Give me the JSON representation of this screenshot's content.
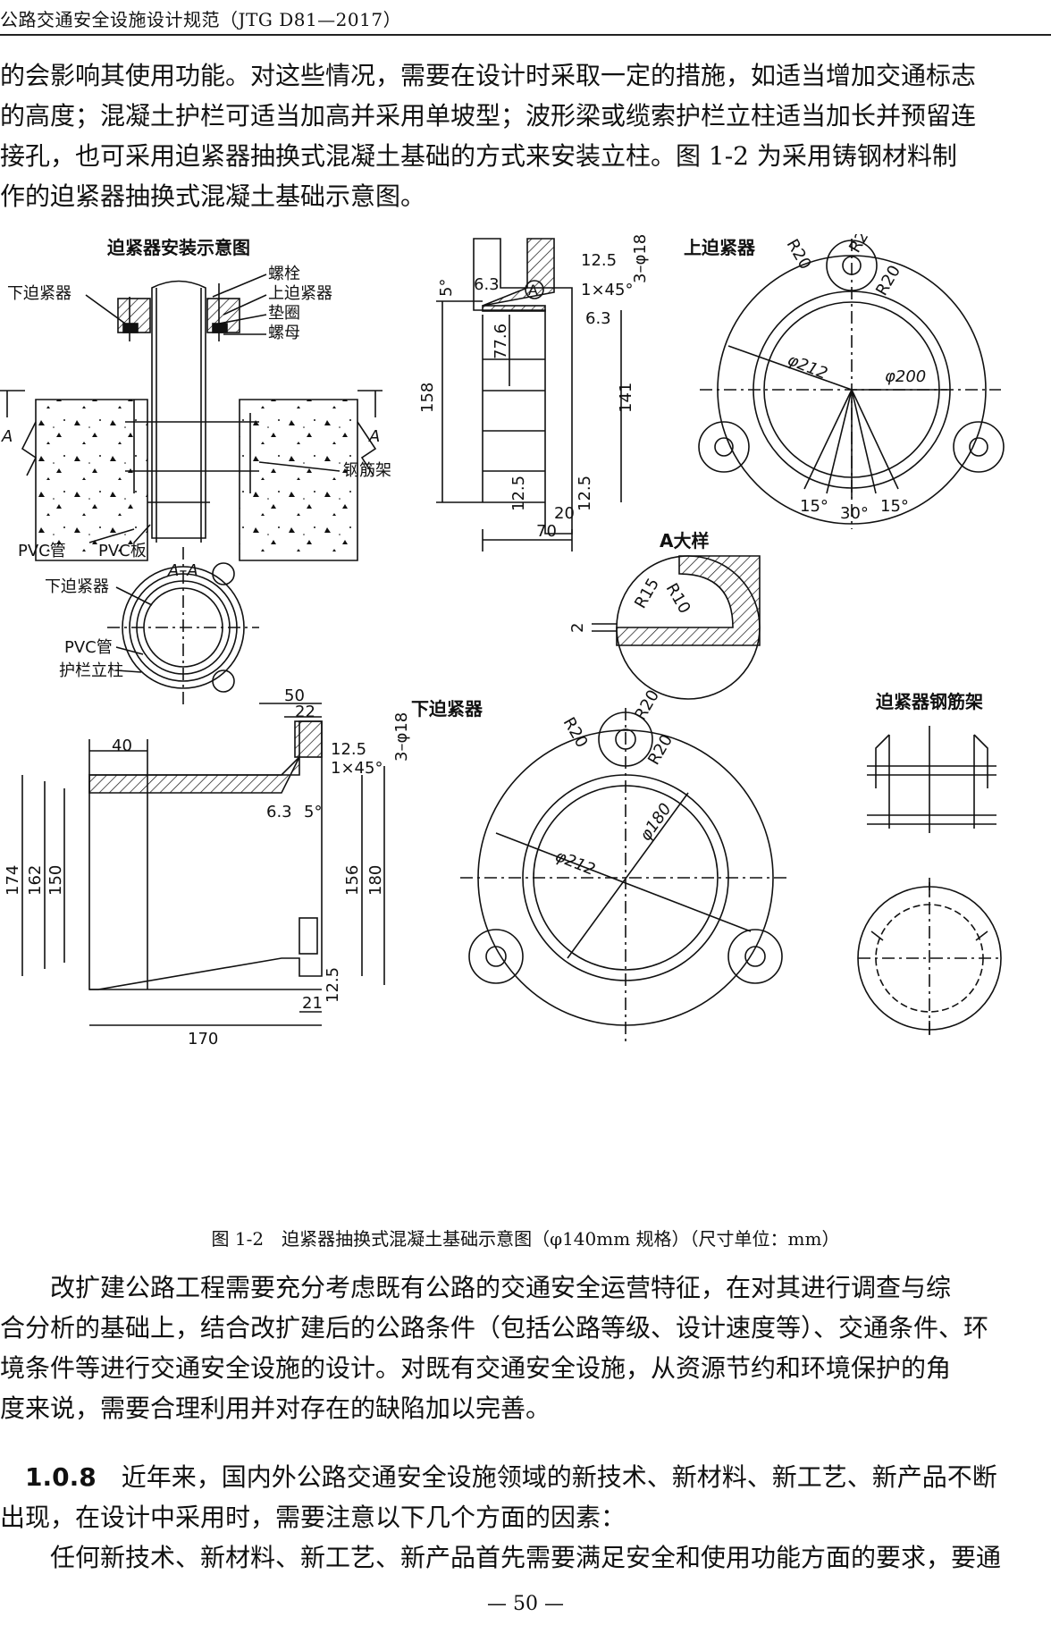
{
  "header": {
    "running_title": "公路交通安全设施设计规范（JTG D81—2017）"
  },
  "intro_paragraph": {
    "lines": [
      "的会影响其使用功能。对这些情况，需要在设计时采取一定的措施，如适当增加交通标志",
      "的高度；混凝土护栏可适当加高并采用单坡型；波形梁或缆索护栏立柱适当加长并预留连",
      "接孔，也可采用迫紧器抽换式混凝土基础的方式来安装立柱。图 1-2 为采用铸钢材料制",
      "作的迫紧器抽换式混凝土基础示意图。"
    ]
  },
  "figure": {
    "titles": {
      "install": "迫紧器安装示意图",
      "upper": "上迫紧器",
      "detail_a": "A大样",
      "lower": "下迫紧器",
      "rebar": "迫紧器钢筋架",
      "section": "A–A"
    },
    "install_labels": {
      "bolt": "螺栓",
      "upper_clamp": "上迫紧器",
      "washer": "垫圈",
      "nut": "螺母",
      "lower_clamp": "下迫紧器",
      "rebar_cage": "钢筋架",
      "pvc_pipe": "PVC管",
      "pvc_board": "PVC板",
      "section_left": "A",
      "section_right": "A"
    },
    "section_labels": {
      "lower_clamp": "下迫紧器",
      "pvc_pipe": "PVC管",
      "post": "护栏立柱"
    },
    "upper_dims": {
      "d_5deg": "5°",
      "d_63a": "6.3",
      "d_63b": "6.3",
      "d_125": "12.5",
      "d_chamfer": "1×45°",
      "d_holes": "3–φ18",
      "d_776": "77.6",
      "d_158": "158",
      "d_141": "141",
      "d_125b": "12.5",
      "d_125c": "12.5",
      "d_70": "70",
      "d_20": "20",
      "marker_a": "A"
    },
    "upper_plan_dims": {
      "r20a": "R20",
      "r20b": "R20",
      "r20c": "R20",
      "phi212": "φ212",
      "phi200": "φ200",
      "a15a": "15°",
      "a30": "30°",
      "a15b": "15°"
    },
    "detail_dims": {
      "r15": "R15",
      "r10": "R10",
      "d2": "2"
    },
    "lower_dims": {
      "d_50": "50",
      "d_22": "22",
      "d_40": "40",
      "d_125": "12.5",
      "d_chamfer": "1×45°",
      "d_holes": "3–φ18",
      "d_63": "6.3",
      "d_5deg": "5°",
      "d_174": "174",
      "d_162": "162",
      "d_150": "150",
      "d_156": "156",
      "d_180": "180",
      "d_125b": "12.5",
      "d_170": "170",
      "d_21": "21"
    },
    "lower_plan_dims": {
      "r20a": "R20",
      "r20b": "R20",
      "r20c": "R20",
      "phi212": "φ212",
      "phi180": "φ180"
    },
    "caption": "图 1-2　迫紧器抽换式混凝土基础示意图（φ140mm 规格）（尺寸单位：mm）"
  },
  "para_after": {
    "lines": [
      "　　改扩建公路工程需要充分考虑既有公路的交通安全运营特征，在对其进行调查与综",
      "合分析的基础上，结合改扩建后的公路条件（包括公路等级、设计速度等）、交通条件、环",
      "境条件等进行交通安全设施的设计。对既有交通安全设施，从资源节约和环境保护的角",
      "度来说，需要合理利用并对存在的缺陷加以完善。"
    ]
  },
  "section_108": {
    "number": "1.0.8",
    "first_line": "　近年来，国内外公路交通安全设施领域的新技术、新材料、新工艺、新产品不断",
    "second_line": "出现，在设计中采用时，需要注意以下几个方面的因素：",
    "third_line": "　　任何新技术、新材料、新工艺、新产品首先需要满足安全和使用功能方面的要求，要通"
  },
  "footer": {
    "page": "— 50 —"
  }
}
